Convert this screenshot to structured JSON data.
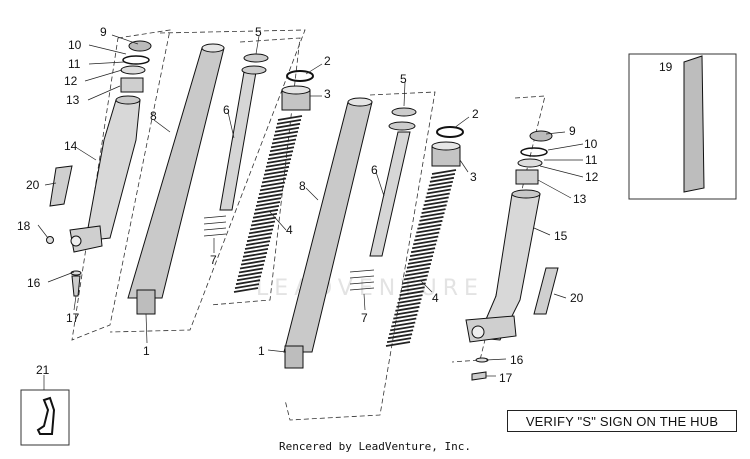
{
  "diagram": {
    "title": "",
    "callouts": {
      "c1_left": "1",
      "c1_right": "1",
      "c2_left": "2",
      "c2_right": "2",
      "c3_left": "3",
      "c3_right": "3",
      "c4_left": "4",
      "c4_right": "4",
      "c5_left": "5",
      "c5_right": "5",
      "c6_left": "6",
      "c6_right": "6",
      "c7_left": "7",
      "c7_right": "7",
      "c8_left": "8",
      "c8_right": "8",
      "c9_left": "9",
      "c9_right": "9",
      "c10_left": "10",
      "c10_right": "10",
      "c11_left": "11",
      "c11_right": "11",
      "c12_left": "12",
      "c12_right": "12",
      "c13_left": "13",
      "c13_right": "13",
      "c14": "14",
      "c15": "15",
      "c16_left": "16",
      "c16_right": "16",
      "c17_left": "17",
      "c17_right": "17",
      "c18": "18",
      "c19": "19",
      "c20_left": "20",
      "c20_right": "20",
      "c21": "21"
    },
    "note": "VERIFY \"S\" SIGN ON THE HUB",
    "watermark": "LEADVENTURE",
    "footer": "Rencered by LeadVenture, Inc."
  }
}
